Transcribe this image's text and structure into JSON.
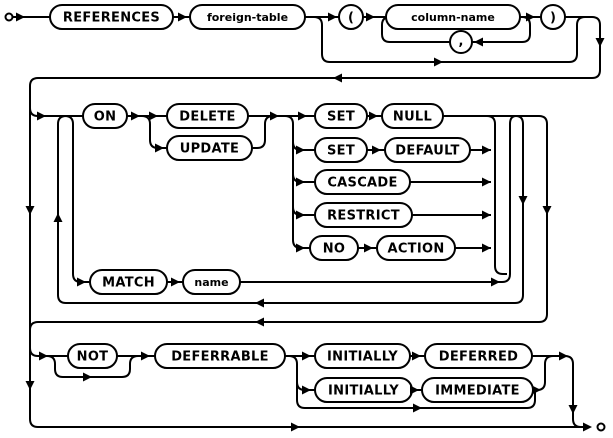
{
  "diagram": {
    "kind": "railroad-syntax-diagram",
    "clause": "foreign-key-clause",
    "colors": {
      "line": "#000000",
      "box_border": "#000000",
      "box_fill": "#ffffff",
      "text": "#000000",
      "background": "#ffffff"
    },
    "keywords": {
      "references": "REFERENCES",
      "on": "ON",
      "delete": "DELETE",
      "update": "UPDATE",
      "set": "SET",
      "null": "NULL",
      "default": "DEFAULT",
      "cascade": "CASCADE",
      "restrict": "RESTRICT",
      "no": "NO",
      "action": "ACTION",
      "match": "MATCH",
      "not": "NOT",
      "deferrable": "DEFERRABLE",
      "initially": "INITIALLY",
      "deferred": "DEFERRED",
      "immediate": "IMMEDIATE"
    },
    "nonterminals": {
      "foreign_table": "foreign-table",
      "column_name": "column-name",
      "name": "name"
    },
    "punctuation": {
      "open_paren": "(",
      "comma": ",",
      "close_paren": ")"
    }
  }
}
